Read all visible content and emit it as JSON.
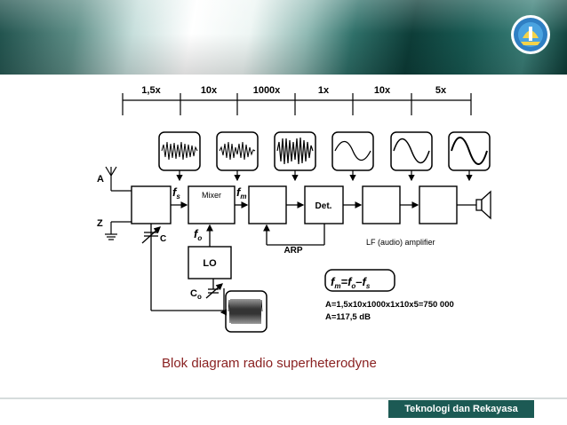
{
  "header": {
    "logo_icon": "tut-wuri-handayani-emblem-icon"
  },
  "diagram": {
    "gains": [
      "1,5x",
      "10x",
      "1000x",
      "1x",
      "10x",
      "5x"
    ],
    "antenna_label": "A",
    "ground_label": "Z",
    "capacitor_label": "C",
    "fs_label": "f",
    "fs_sub": "s",
    "mixer_label": "Mixer",
    "fm_label": "f",
    "fm_sub": "m",
    "fo_label": "f",
    "fo_sub": "o",
    "det_label": "Det.",
    "arp_label": "ARP",
    "lf_label": "LF (audio) amplifier",
    "lo_label": "LO",
    "co_label": "C",
    "co_sub": "o",
    "formula_line1": "A=1,5x10x1000x1x10x5=750 000",
    "formula_line2": "A=117,5 dB",
    "eq_fm": "f",
    "eq_fm_sub": "m",
    "eq_eq": "=",
    "eq_fo": "f",
    "eq_fo_sub": "o",
    "eq_minus": "–",
    "eq_fs": "f",
    "eq_fs_sub": "s"
  },
  "caption": "Blok diagram radio superheterodyne",
  "footer": {
    "label": "Teknologi dan Rekayasa"
  },
  "colors": {
    "banner_dark": "#0d3d38",
    "footer_bg": "#1c5a54",
    "caption": "#8a2222"
  }
}
